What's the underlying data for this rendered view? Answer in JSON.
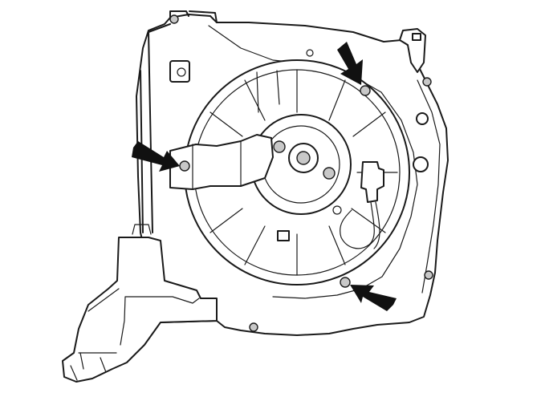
{
  "diagram": {
    "subject": "blower-motor-housing",
    "callouts": [
      {
        "points_to": "fastener-top-right",
        "icon": "arrow-down-right"
      },
      {
        "points_to": "fastener-left-tab",
        "icon": "arrow-right"
      },
      {
        "points_to": "fastener-bottom-right",
        "icon": "arrow-left"
      }
    ],
    "colors": {
      "line": "#1a1a1a",
      "arrow": "#111111",
      "fill": "#ffffff",
      "screw": "#c8c8c8"
    }
  }
}
